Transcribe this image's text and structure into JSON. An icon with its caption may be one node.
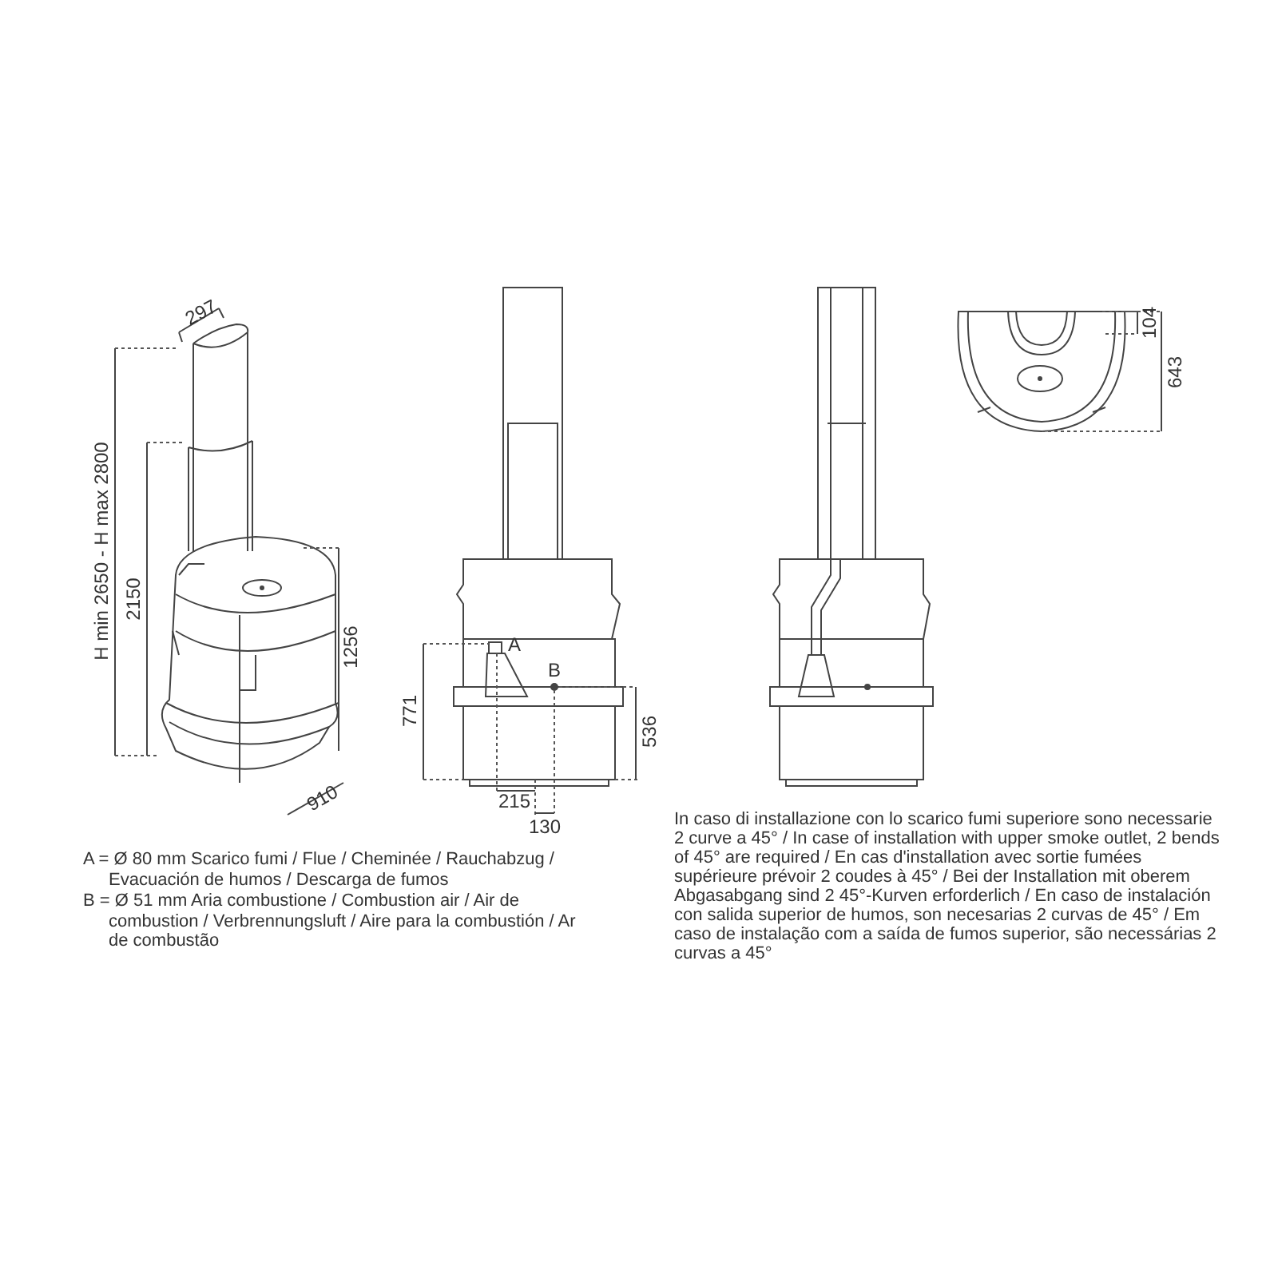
{
  "diagram": {
    "labels": [
      "297",
      "H min 2650 - H max 2800",
      "2150",
      "1256",
      "910",
      "A",
      "B",
      "771",
      "536",
      "215",
      "130",
      "104",
      "643",
      "A = Ø 80 mm  Scarico fumi / Flue / Cheminée / Rauchabzug / Evacuación de humos / Descarga de fumos",
      "B = Ø 51 mm  Aria combustione / Combustion air / Air de combustion / Verbrennungsluft / Aire para la combustión / Ar de combustão",
      "In caso di installazione con lo scarico fumi superiore sono necessarie 2 curve a 45° / In case of installation with upper smoke outlet, 2 bends of 45° are required / En cas d'installation avec sortie fumées supérieure prévoir 2 coudes à 45° / Bei der Installation mit oberem Abgasabgang sind 2 45°-Kurven erforderlich / En caso de instalación con salida superior de humos, son necesarias 2 curvas de 45° / Em caso de instalação com a saída de fumos superior, são necessárias 2 curvas a 45°"
    ]
  }
}
